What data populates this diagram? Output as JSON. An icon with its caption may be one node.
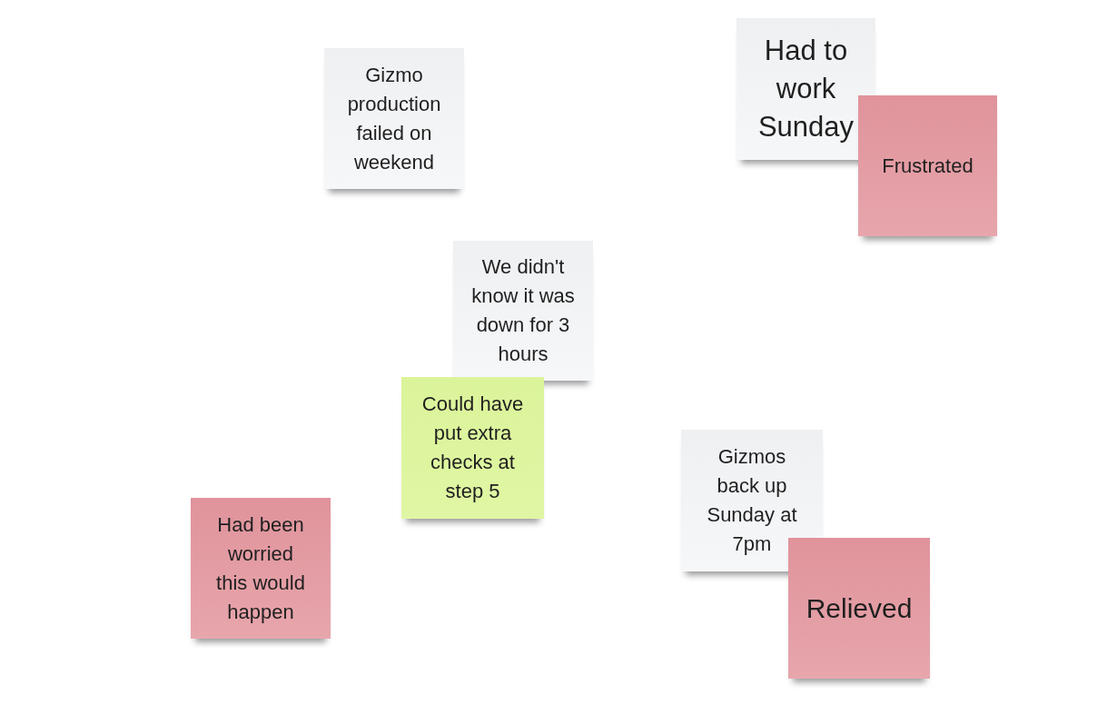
{
  "diagram": {
    "nodes": [
      {
        "text": [
          "Gizmo production failed on weekend"
        ]
      },
      {
        "text": [
          "Had to work Sunday"
        ]
      },
      {
        "text": [
          "Frustrated"
        ]
      },
      {
        "text": [
          "We didn't know it was down for 3 hours"
        ]
      },
      {
        "text": [
          "Could have put extra checks at step 5"
        ]
      },
      {
        "text": [
          "Gizmos back up Sunday at 7pm"
        ]
      },
      {
        "text": [
          "Relieved"
        ]
      },
      {
        "text": [
          "Had been worried this would happen"
        ]
      }
    ]
  }
}
